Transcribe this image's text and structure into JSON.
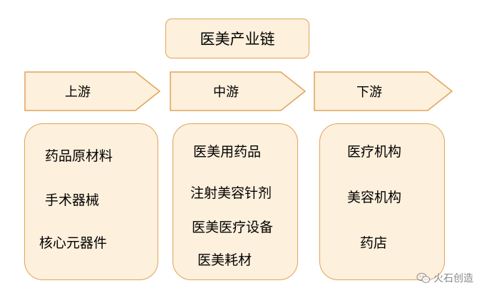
{
  "title": "医美产业链",
  "stages": [
    {
      "label": "上游",
      "items": [
        "药品原材料",
        "手术器械",
        "核心元器件"
      ]
    },
    {
      "label": "中游",
      "items": [
        "医美用药品",
        "注射美容针剂",
        "医美医疗设备",
        "医美耗材"
      ]
    },
    {
      "label": "下游",
      "items": [
        "医疗机构",
        "美容机构",
        "药店"
      ]
    }
  ],
  "watermark": {
    "text": "火石创造",
    "icon": "wechat-icon"
  },
  "colors": {
    "fill": "#fdf0dc",
    "border": "#e0a35a"
  }
}
